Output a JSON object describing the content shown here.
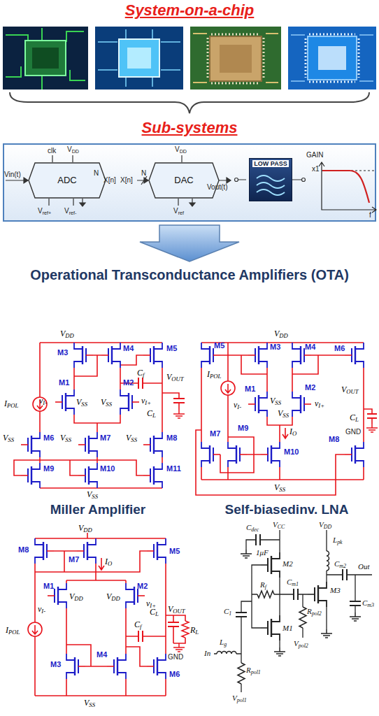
{
  "diagram": {
    "title": "System-on-a-chip",
    "nodes": [
      {
        "text": [
          "Sub-systems"
        ]
      },
      {
        "text": [
          "ADC"
        ],
        "in": 0
      },
      {
        "text": [
          "DAC"
        ],
        "in": 0
      },
      {
        "text": [
          "LOW PASS"
        ],
        "in": 0
      }
    ],
    "labels": [
      "Operational Transconductance Amplifiers (OTA)",
      "Miller Amplifier",
      "Self-biasedinv. LNA",
      "clk",
      "VDD",
      "Vin(t)",
      "N",
      "X[n]",
      "Vref+",
      "Vref-",
      "X[n]",
      "N",
      "VDD",
      "Vref",
      "Vout(t)",
      "GAIN",
      "x1",
      "f",
      "VDD",
      "M3",
      "M4",
      "M5",
      "Cf",
      "VOUT",
      "CL",
      "IPOL",
      "M1",
      "vI-",
      "VSS",
      "VSS",
      "M2",
      "vI+",
      "M6",
      "VSS",
      "M7",
      "VSS",
      "M8",
      "VSS",
      "M9",
      "M10",
      "M11",
      "VSS",
      "VDD",
      "M5",
      "M3",
      "M4",
      "M6",
      "IPOL",
      "M1",
      "vI-",
      "VSS",
      "M2",
      "VSS",
      "vI+",
      "VOUT",
      "CL",
      "GND",
      "M7",
      "M9",
      "M10",
      "IO",
      "M8",
      "VSS",
      "VDD",
      "M8",
      "M7",
      "IO",
      "M5",
      "IPOL",
      "M1",
      "vI-",
      "VDD",
      "VDD",
      "M2",
      "vI+",
      "VOUT",
      "Cf",
      "CL",
      "RL",
      "GND",
      "M3",
      "M4",
      "M6",
      "VSS",
      "VCC",
      "Cdec",
      "1μF",
      "M2",
      "VDD",
      "Lpk",
      "Rf",
      "Cm1",
      "Cm2",
      "Out",
      "C1",
      "M3",
      "Cm3",
      "Lg",
      "In",
      "M1",
      "Rpol2",
      "Vpol2",
      "Rpol1",
      "Vpol1"
    ]
  }
}
